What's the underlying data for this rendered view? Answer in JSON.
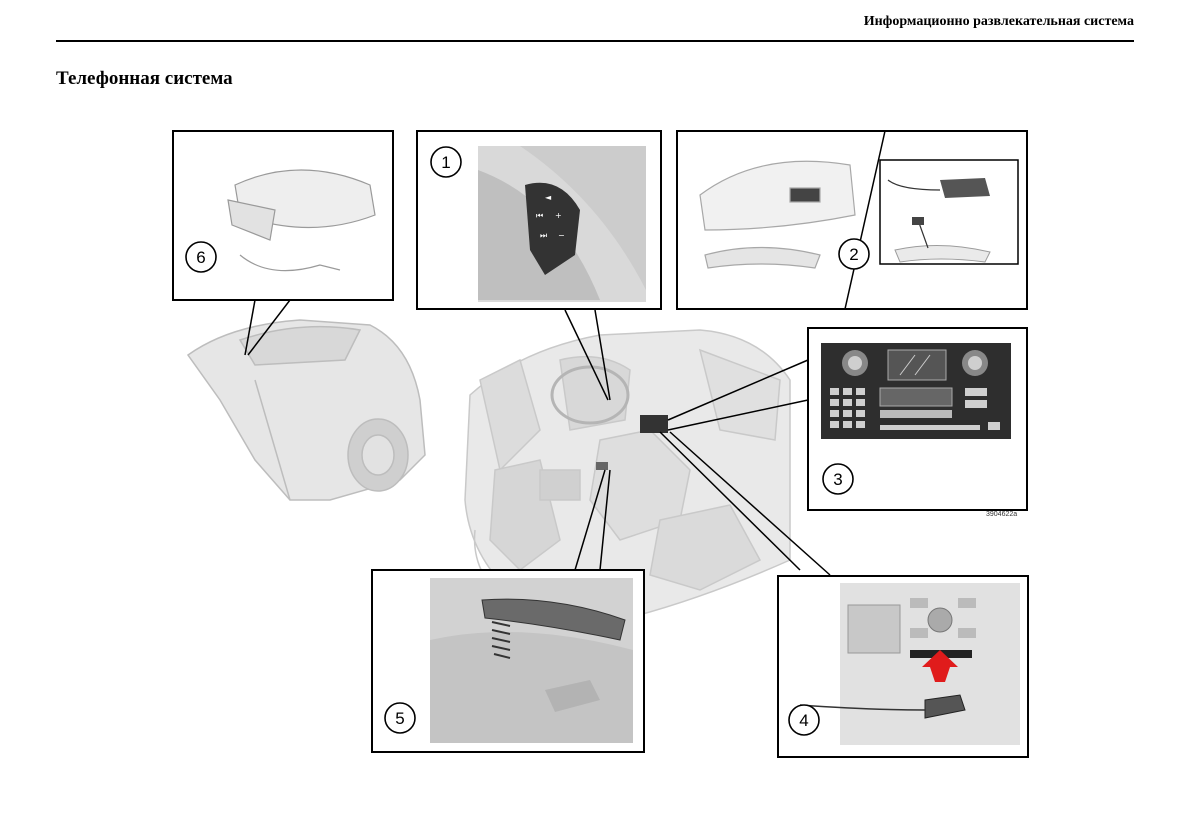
{
  "header": {
    "section": "Информационно развлекательная система"
  },
  "page": {
    "title": "Телефонная система"
  },
  "figure": {
    "image_code": "3904622a",
    "callouts": [
      "1",
      "2",
      "3",
      "4",
      "5",
      "6"
    ]
  }
}
